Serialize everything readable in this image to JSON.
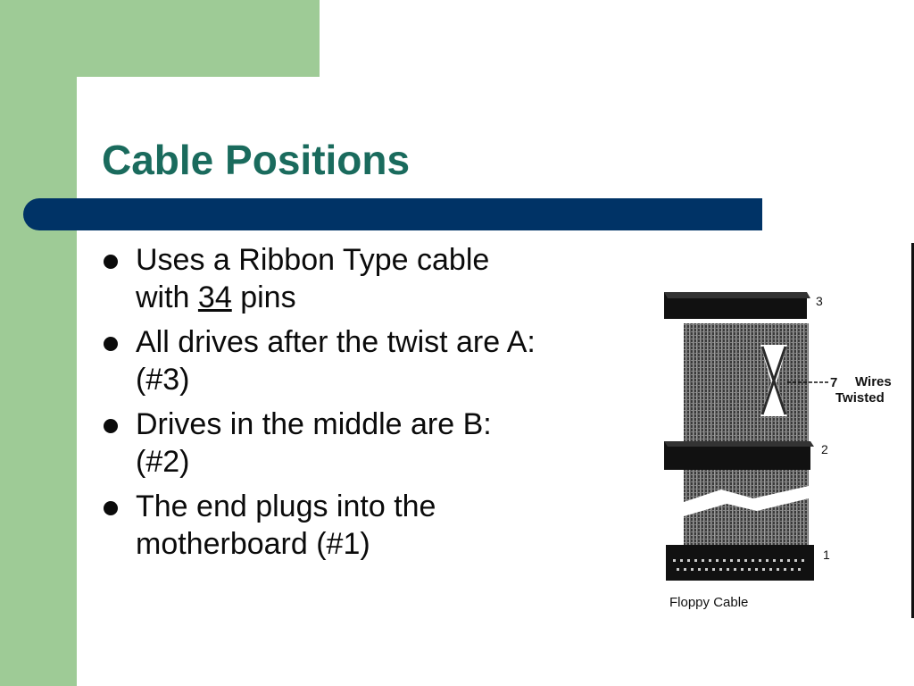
{
  "slide": {
    "title": "Cable Positions",
    "bullets": [
      {
        "line1": "Uses a Ribbon Type cable",
        "line2_pre": "with ",
        "line2_underlined": "34",
        "line2_post": " pins"
      },
      {
        "line1": "All drives after the twist are A:",
        "line2": "(#3)"
      },
      {
        "line1": "Drives in the middle are B:",
        "line2": "(#2)"
      },
      {
        "line1": "The end plugs into the",
        "line2": "motherboard (#1)"
      }
    ]
  },
  "figure": {
    "connector_labels": [
      "3",
      "2",
      "1"
    ],
    "twist_count": "7",
    "twist_label_1": "Wires",
    "twist_label_2": "Twisted",
    "caption": "Floppy Cable"
  },
  "colors": {
    "accent_green": "#9ecb96",
    "title_teal": "#1a6b5d",
    "bar_navy": "#003366"
  }
}
